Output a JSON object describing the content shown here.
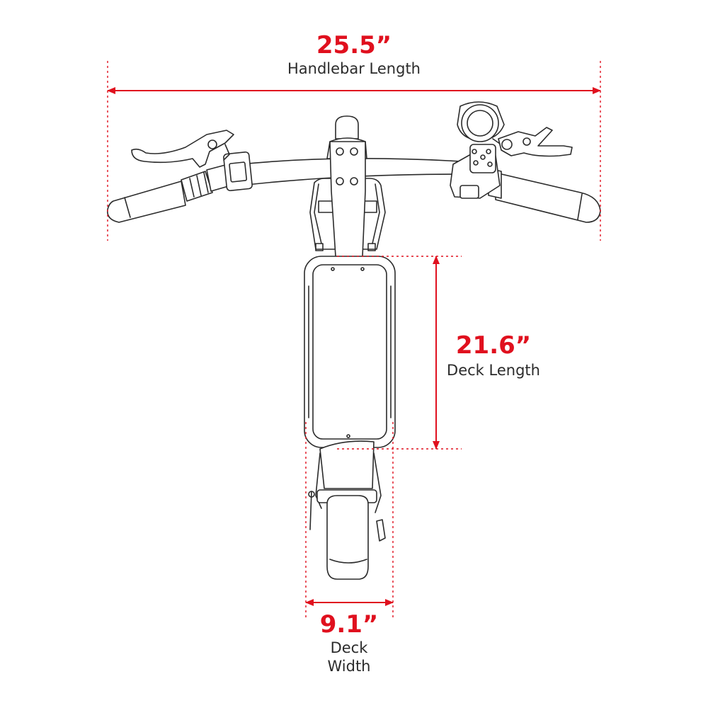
{
  "dimensions": {
    "handlebar": {
      "value": "25.5”",
      "label": "Handlebar Length"
    },
    "deck_length": {
      "value": "21.6”",
      "label": "Deck Length"
    },
    "deck_width": {
      "value": "9.1”",
      "label_line1": "Deck",
      "label_line2": "Width"
    }
  },
  "colors": {
    "accent": "#e0101e",
    "outline": "#2b2b2b",
    "background": "#ffffff"
  }
}
